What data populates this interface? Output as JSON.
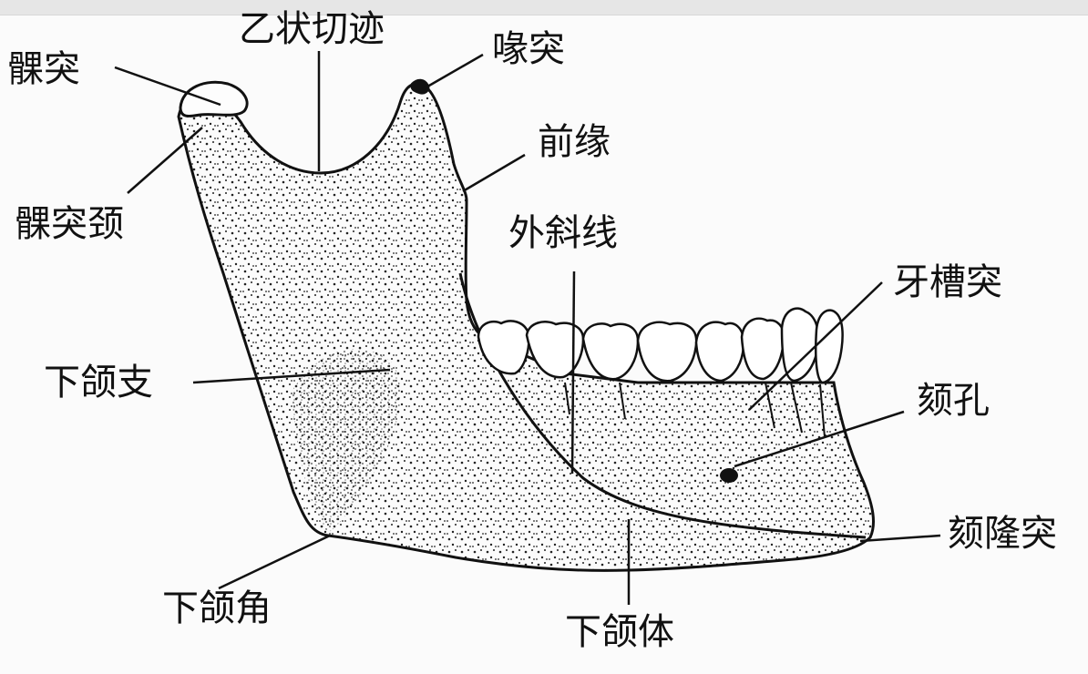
{
  "figure": {
    "labels": {
      "sigmoid_notch": "乙状切迹",
      "condylar_process": "髁突",
      "coronoid_process": "喙突",
      "anterior_border": "前缘",
      "condylar_neck": "髁突颈",
      "external_oblique_line": "外斜线",
      "alveolar_process": "牙槽突",
      "mandibular_ramus": "下颌支",
      "mental_foramen": "颏孔",
      "mental_protuberance": "颏隆突",
      "mandibular_angle": "下颌角",
      "mandibular_body": "下颌体"
    }
  },
  "colors": {
    "ink": "#111111",
    "paper": "#fbfbfb",
    "strip": "#e6e6e6"
  }
}
